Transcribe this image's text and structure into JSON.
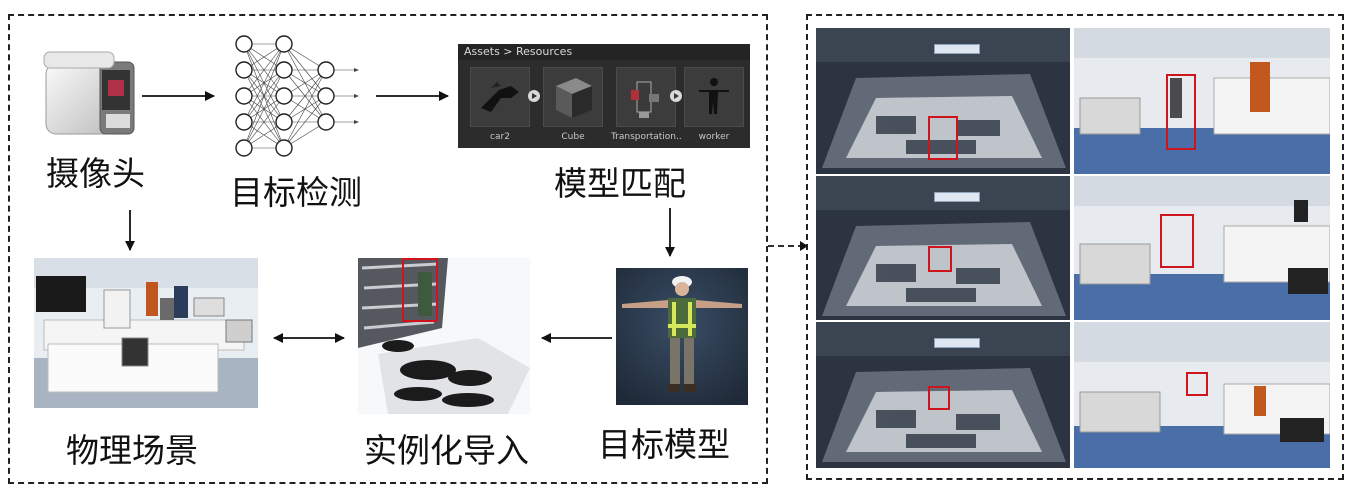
{
  "labels": {
    "camera": "摄像头",
    "detection": "目标检测",
    "model_matching": "模型匹配",
    "physical_scene": "物理场景",
    "instantiate_import": "实例化导入",
    "target_model": "目标模型"
  },
  "assets_panel": {
    "breadcrumb": "Assets > Resources",
    "items": [
      "car2",
      "Cube",
      "Transportation...",
      "worker"
    ]
  },
  "colors": {
    "arrow": "#111111",
    "frame": "#222222",
    "detection_box": "#d0141c",
    "asset_panel_bg": "#2c2c2c"
  }
}
